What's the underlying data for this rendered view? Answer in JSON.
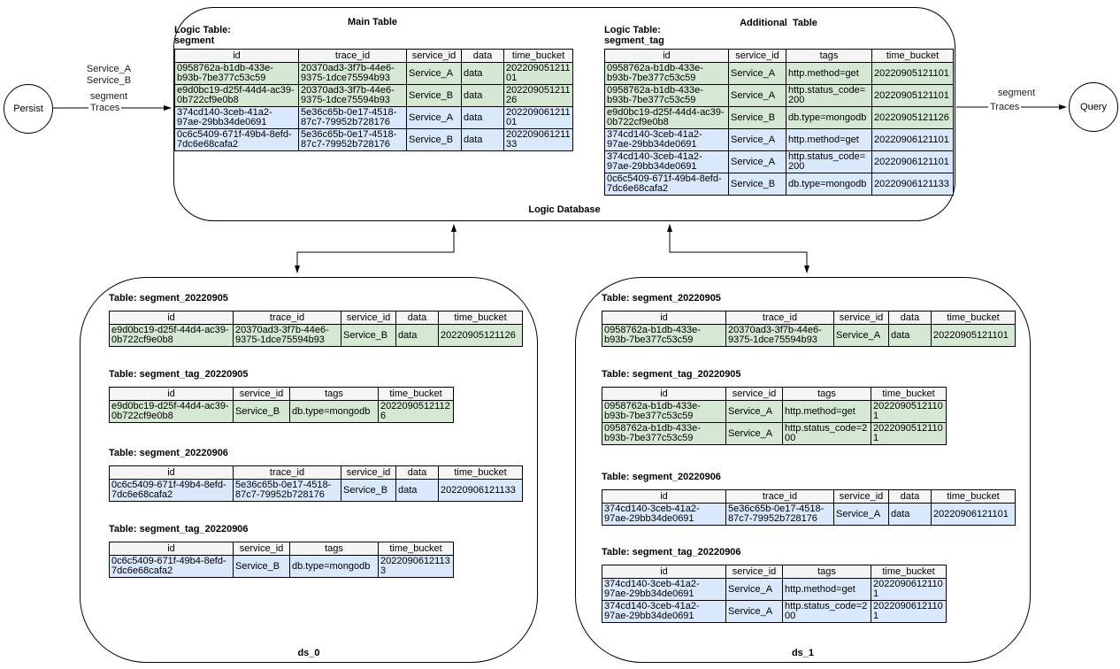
{
  "colors": {
    "green_row": "#d5e8d4",
    "blue_row": "#dae8fc",
    "header_bg": "#f5f5f5"
  },
  "nodes": {
    "persist": "Persist",
    "query": "Query"
  },
  "edge_labels": {
    "left_service_a": "Service_A",
    "left_service_b": "Service_B",
    "left_segment": "segment",
    "left_traces": "Traces",
    "right_segment": "segment",
    "right_traces": "Traces"
  },
  "logic_database": {
    "caption": "Logic Database",
    "main_title": "Main Table",
    "additional_title": "Additional  Table"
  },
  "datasources": {
    "ds0_caption": "ds_0",
    "ds1_caption": "ds_1"
  },
  "tables": {
    "logic_segment": {
      "label_lines": [
        "Logic Table:",
        "segment"
      ],
      "columns": [
        "id",
        "trace_id",
        "service_id",
        "data",
        "time_bucket"
      ],
      "rows": [
        {
          "color": "green",
          "cells": [
            "0958762a-b1db-433e-b93b-7be377c53c59",
            "20370ad3-3f7b-44e6-9375-1dce75594b93",
            "Service_A",
            "data",
            "20220905121101"
          ]
        },
        {
          "color": "green",
          "cells": [
            "e9d0bc19-d25f-44d4-ac39-0b722cf9e0b8",
            "20370ad3-3f7b-44e6-9375-1dce75594b93",
            "Service_B",
            "data",
            "20220905121126"
          ]
        },
        {
          "color": "blue",
          "cells": [
            "374cd140-3ceb-41a2-97ae-29bb34de0691",
            "5e36c65b-0e17-4518-87c7-79952b728176",
            "Service_A",
            "data",
            "20220906121101"
          ]
        },
        {
          "color": "blue",
          "cells": [
            "0c6c5409-671f-49b4-8efd-7dc6e68cafa2",
            "5e36c65b-0e17-4518-87c7-79952b728176",
            "Service_B",
            "data",
            "20220906121133"
          ]
        }
      ]
    },
    "logic_segment_tag": {
      "label_lines": [
        "Logic Table:",
        "segment_tag"
      ],
      "columns": [
        "id",
        "service_id",
        "tags",
        "time_bucket"
      ],
      "rows": [
        {
          "color": "green",
          "cells": [
            "0958762a-b1db-433e-b93b-7be377c53c59",
            "Service_A",
            "http.method=get",
            "20220905121101"
          ]
        },
        {
          "color": "green",
          "cells": [
            "0958762a-b1db-433e-b93b-7be377c53c59",
            "Service_A",
            "http.status_code=200",
            "20220905121101"
          ]
        },
        {
          "color": "green",
          "cells": [
            "e9d0bc19-d25f-44d4-ac39-0b722cf9e0b8",
            "Service_B",
            "db.type=mongodb",
            "20220905121126"
          ]
        },
        {
          "color": "blue",
          "cells": [
            "374cd140-3ceb-41a2-97ae-29bb34de0691",
            "Service_A",
            "http.method=get",
            "20220906121101"
          ]
        },
        {
          "color": "blue",
          "cells": [
            "374cd140-3ceb-41a2-97ae-29bb34de0691",
            "Service_A",
            "http.status_code=200",
            "20220906121101"
          ]
        },
        {
          "color": "blue",
          "cells": [
            "0c6c5409-671f-49b4-8efd-7dc6e68cafa2",
            "Service_B",
            "db.type=mongodb",
            "20220906121133"
          ]
        }
      ]
    },
    "ds0_segment_20220905": {
      "label_lines": [
        "Table: segment_20220905"
      ],
      "columns": [
        "id",
        "trace_id",
        "service_id",
        "data",
        "time_bucket"
      ],
      "rows": [
        {
          "color": "green",
          "cells": [
            "e9d0bc19-d25f-44d4-ac39-0b722cf9e0b8",
            "20370ad3-3f7b-44e6-9375-1dce75594b93",
            "Service_B",
            "data",
            "20220905121126"
          ]
        }
      ]
    },
    "ds0_segment_tag_20220905": {
      "label_lines": [
        "Table: segment_tag_20220905"
      ],
      "columns": [
        "id",
        "service_id",
        "tags",
        "time_bucket"
      ],
      "rows": [
        {
          "color": "green",
          "cells": [
            "e9d0bc19-d25f-44d4-ac39-0b722cf9e0b8",
            "Service_B",
            "db.type=mongodb",
            "20220905121126"
          ]
        }
      ]
    },
    "ds0_segment_20220906": {
      "label_lines": [
        "Table: segment_20220906"
      ],
      "columns": [
        "id",
        "trace_id",
        "service_id",
        "data",
        "time_bucket"
      ],
      "rows": [
        {
          "color": "blue",
          "cells": [
            "0c6c5409-671f-49b4-8efd-7dc6e68cafa2",
            "5e36c65b-0e17-4518-87c7-79952b728176",
            "Service_B",
            "data",
            "20220906121133"
          ]
        }
      ]
    },
    "ds0_segment_tag_20220906": {
      "label_lines": [
        "Table: segment_tag_20220906"
      ],
      "columns": [
        "id",
        "service_id",
        "tags",
        "time_bucket"
      ],
      "rows": [
        {
          "color": "blue",
          "cells": [
            "0c6c5409-671f-49b4-8efd-7dc6e68cafa2",
            "Service_B",
            "db.type=mongodb",
            "20220906121133"
          ]
        }
      ]
    },
    "ds1_segment_20220905": {
      "label_lines": [
        "Table: segment_20220905"
      ],
      "columns": [
        "id",
        "trace_id",
        "service_id",
        "data",
        "time_bucket"
      ],
      "rows": [
        {
          "color": "green",
          "cells": [
            "0958762a-b1db-433e-b93b-7be377c53c59",
            "20370ad3-3f7b-44e6-9375-1dce75594b93",
            "Service_A",
            "data",
            "20220905121101"
          ]
        }
      ]
    },
    "ds1_segment_tag_20220905": {
      "label_lines": [
        "Table: segment_tag_20220905"
      ],
      "columns": [
        "id",
        "service_id",
        "tags",
        "time_bucket"
      ],
      "rows": [
        {
          "color": "green",
          "cells": [
            "0958762a-b1db-433e-b93b-7be377c53c59",
            "Service_A",
            "http.method=get",
            "20220905121101"
          ]
        },
        {
          "color": "green",
          "cells": [
            "0958762a-b1db-433e-b93b-7be377c53c59",
            "Service_A",
            "http.status_code=200",
            "20220905121101"
          ]
        }
      ]
    },
    "ds1_segment_20220906": {
      "label_lines": [
        "Table: segment_20220906"
      ],
      "columns": [
        "id",
        "trace_id",
        "service_id",
        "data",
        "time_bucket"
      ],
      "rows": [
        {
          "color": "blue",
          "cells": [
            "374cd140-3ceb-41a2-97ae-29bb34de0691",
            "5e36c65b-0e17-4518-87c7-79952b728176",
            "Service_A",
            "data",
            "20220906121101"
          ]
        }
      ]
    },
    "ds1_segment_tag_20220906": {
      "label_lines": [
        "Table: segment_tag_20220906"
      ],
      "columns": [
        "id",
        "service_id",
        "tags",
        "time_bucket"
      ],
      "rows": [
        {
          "color": "blue",
          "cells": [
            "374cd140-3ceb-41a2-97ae-29bb34de0691",
            "Service_A",
            "http.method=get",
            "20220906121101"
          ]
        },
        {
          "color": "blue",
          "cells": [
            "374cd140-3ceb-41a2-97ae-29bb34de0691",
            "Service_A",
            "http.status_code=200",
            "20220906121101"
          ]
        }
      ]
    }
  }
}
